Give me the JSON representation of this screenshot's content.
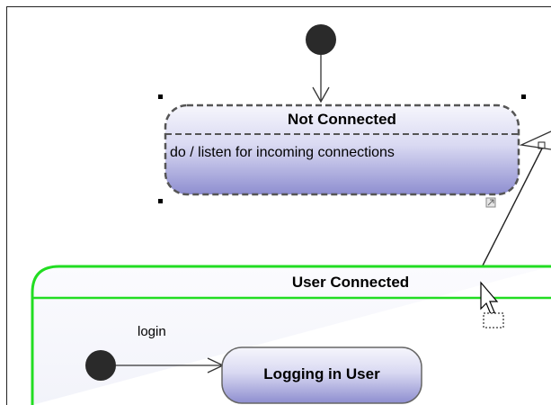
{
  "diagram": {
    "states": {
      "not_connected": {
        "name": "Not Connected",
        "activity": "do / listen for incoming connections",
        "selected": true
      },
      "user_connected": {
        "name": "User Connected",
        "composite": true
      },
      "logging_in_user": {
        "name": "Logging in User"
      }
    },
    "transitions": {
      "login": "login"
    }
  },
  "colors": {
    "state_fill_top": "#f4f4fb",
    "state_fill_bottom": "#8f8fd2",
    "composite_border": "#22dd22",
    "initial_node": "#2a2a2a"
  },
  "icons": [
    "drag-cursor-icon",
    "resize-handle-icon"
  ]
}
